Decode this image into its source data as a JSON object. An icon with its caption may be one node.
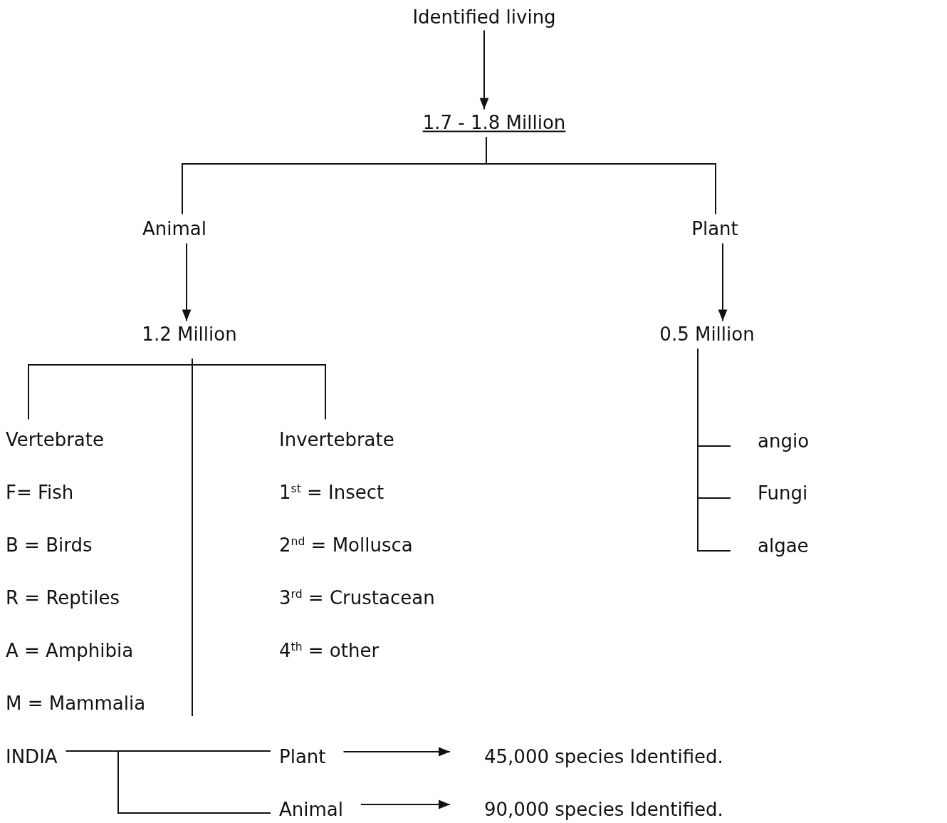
{
  "diagram": {
    "nodes": [
      {
        "text": [
          "Identified living"
        ]
      },
      {
        "text": [
          "1.7 - 1.8 Million"
        ]
      },
      {
        "text": [
          "Animal"
        ]
      },
      {
        "text": [
          "Plant"
        ]
      },
      {
        "text": [
          "1.2 Million"
        ]
      },
      {
        "text": [
          "0.5 Million"
        ]
      },
      {
        "text": [
          "Vertebrate"
        ]
      },
      {
        "text": [
          "Invertebrate"
        ]
      },
      {
        "text": [
          "angio"
        ]
      },
      {
        "text": [
          "Fungi"
        ]
      },
      {
        "text": [
          "algae"
        ]
      },
      {
        "text": [
          "INDIA"
        ]
      },
      {
        "text": [
          "Plant"
        ]
      },
      {
        "text": [
          "Animal"
        ]
      },
      {
        "text": [
          "45,000 species Identified."
        ]
      },
      {
        "text": [
          "90,000 species Identified."
        ]
      }
    ],
    "edges": [
      {
        "from": 0,
        "to": 1,
        "arrow": "to"
      },
      {
        "from": 1,
        "to": 2,
        "arrow": "none"
      },
      {
        "from": 1,
        "to": 3,
        "arrow": "none"
      },
      {
        "from": 2,
        "to": 4,
        "arrow": "to"
      },
      {
        "from": 3,
        "to": 5,
        "arrow": "to"
      },
      {
        "from": 4,
        "to": 6,
        "arrow": "none"
      },
      {
        "from": 4,
        "to": 7,
        "arrow": "none"
      },
      {
        "from": 4,
        "to": null,
        "arrow": "none"
      },
      {
        "from": 5,
        "to": 8,
        "arrow": "none"
      },
      {
        "from": 5,
        "to": 9,
        "arrow": "none"
      },
      {
        "from": 5,
        "to": 10,
        "arrow": "none"
      },
      {
        "from": 11,
        "to": 12,
        "arrow": "none"
      },
      {
        "from": 11,
        "to": 13,
        "arrow": "none"
      },
      {
        "from": 12,
        "to": 14,
        "arrow": "to"
      },
      {
        "from": 13,
        "to": 15,
        "arrow": "to"
      }
    ],
    "labels": [
      "F= Fish",
      "1$^{st}$ = Insect",
      "B = Birds",
      "2$^{nd}$ = Mollusca",
      "R = Reptiles",
      "3$^{rd}$ = Crustacean",
      "A = Amphibia",
      "4$^{th}$ = other",
      "M = Mammalia"
    ]
  }
}
